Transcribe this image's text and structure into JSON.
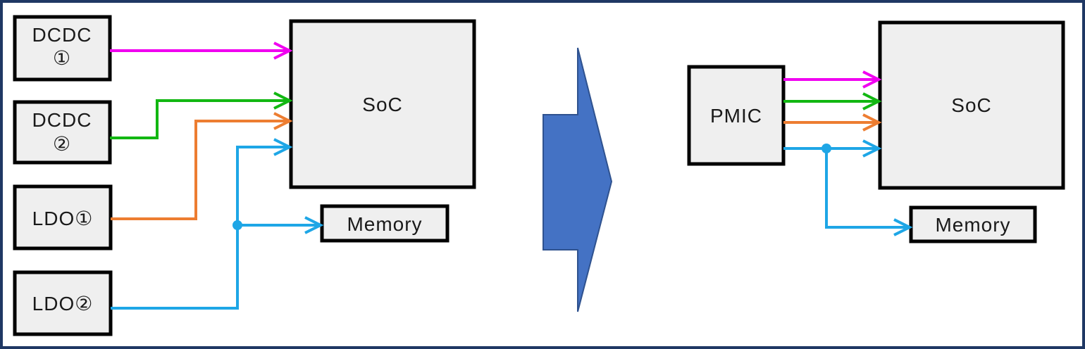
{
  "colors": {
    "frame": "#1F3864",
    "box_fill": "#EFEFEF",
    "box_border": "#000000",
    "text": "#1A1A1A",
    "rail_magenta": "#F000F0",
    "rail_green": "#12B712",
    "rail_orange": "#ED7D31",
    "rail_blue": "#1EA6E6",
    "transform_arrow_fill": "#4472C4",
    "transform_arrow_stroke": "#2F528F"
  },
  "before": {
    "regulators": [
      {
        "line1": "DCDC",
        "line2": "①"
      },
      {
        "line1": "DCDC",
        "line2": "②"
      },
      {
        "label": "LDO①"
      },
      {
        "label": "LDO②"
      }
    ],
    "soc_label": "SoC",
    "memory_label": "Memory",
    "rails": [
      {
        "from": "DCDC①",
        "to": "SoC",
        "color_key": "rail_magenta"
      },
      {
        "from": "DCDC②",
        "to": "SoC",
        "color_key": "rail_green"
      },
      {
        "from": "LDO①",
        "to": "SoC",
        "color_key": "rail_orange"
      },
      {
        "from": "LDO②",
        "to": "SoC, Memory",
        "color_key": "rail_blue"
      }
    ]
  },
  "after": {
    "pmic_label": "PMIC",
    "soc_label": "SoC",
    "memory_label": "Memory",
    "rails": [
      {
        "from": "PMIC",
        "to": "SoC",
        "color_key": "rail_magenta"
      },
      {
        "from": "PMIC",
        "to": "SoC",
        "color_key": "rail_green"
      },
      {
        "from": "PMIC",
        "to": "SoC",
        "color_key": "rail_orange"
      },
      {
        "from": "PMIC",
        "to": "SoC, Memory",
        "color_key": "rail_blue"
      }
    ]
  }
}
